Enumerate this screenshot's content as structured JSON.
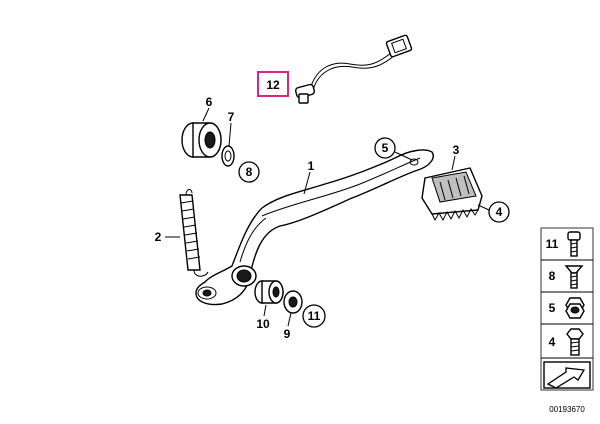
{
  "diagram": {
    "highlight_color": "#e0218a",
    "callouts": {
      "c1": "1",
      "c2": "2",
      "c3": "3",
      "c4": "4",
      "c5": "5",
      "c6": "6",
      "c7": "7",
      "c8": "8",
      "c9": "9",
      "c10": "10",
      "c11": "11",
      "c12": "12"
    },
    "legend": [
      {
        "number": "11",
        "icon": "socket-screw-icon"
      },
      {
        "number": "8",
        "icon": "countersunk-screw-icon"
      },
      {
        "number": "5",
        "icon": "hex-nut-icon"
      },
      {
        "number": "4",
        "icon": "hex-bolt-icon"
      }
    ],
    "reference": "00193670"
  }
}
